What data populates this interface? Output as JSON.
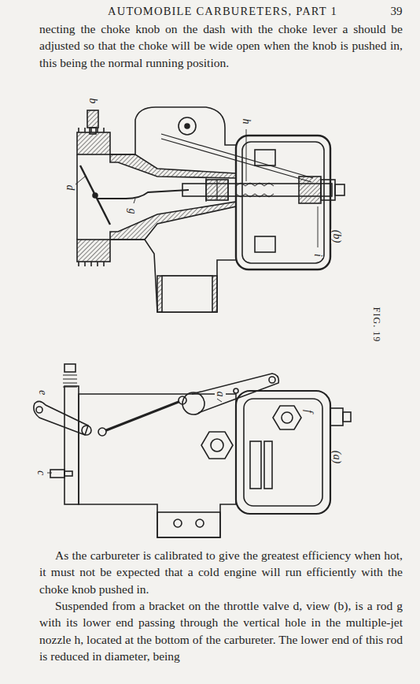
{
  "diagram": {
    "caption": "FIG. 19",
    "labels": [
      "AUTOMOBILE CARBURETERS, PART 1",
      "39",
      "necting the choke knob on the dash with the choke lever a should be adjusted so that the choke will be wide open when the knob is pushed in, this being the normal running position.",
      "b",
      "d",
      "g",
      "h",
      "i",
      "(b)",
      "e",
      "c",
      "a",
      "f",
      "(a)",
      "As the carbureter is calibrated to give the greatest efficiency when hot, it must not be expected that a cold engine will run efficiently with the choke knob pushed in.",
      "Suspended from a bracket on the throttle valve d, view (b), is a rod g with its lower end passing through the vertical hole in the multiple-jet nozzle h, located at the bottom of the carbureter. The lower end of this rod is reduced in diameter, being"
    ]
  }
}
